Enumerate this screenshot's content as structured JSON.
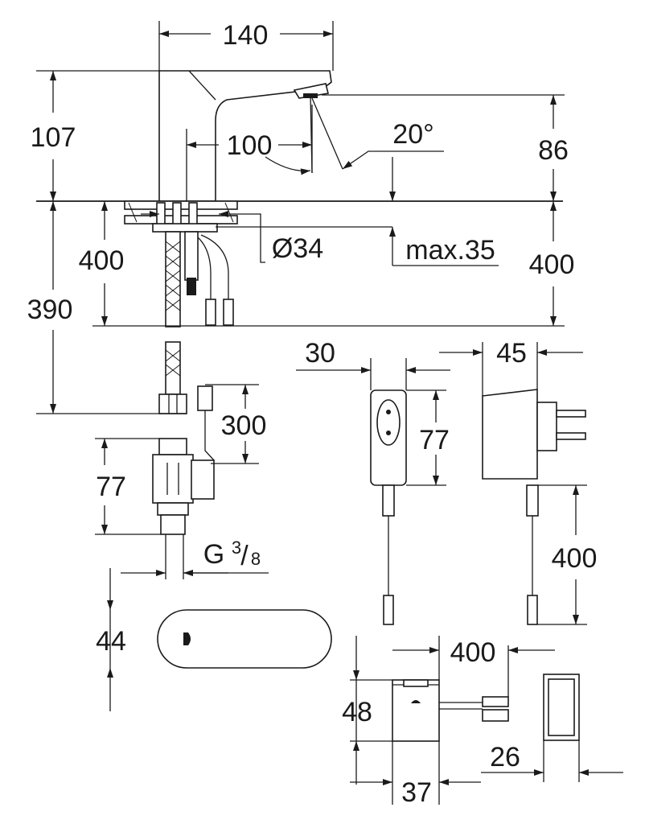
{
  "dimensions": {
    "spout_width": "140",
    "spout_reach": "100",
    "spray_angle": "20°",
    "height_above_deck": "107",
    "outlet_height": "86",
    "below_deck_left": "400",
    "below_deck_right": "400",
    "hose_length": "390",
    "hole_diameter": "Ø34",
    "max_deck_thickness": "max.35",
    "valve_cable": "300",
    "valve_height": "77",
    "thread_prefix": "G",
    "thread_numerator": "3",
    "thread_denominator": "8",
    "sensor_height": "44",
    "adapter_thickness": "30",
    "adapter_height": "77",
    "plug_depth": "45",
    "adapter_cable": "400",
    "box_cable": "400",
    "box_height": "48",
    "box_depth": "37",
    "cover_depth": "26"
  }
}
